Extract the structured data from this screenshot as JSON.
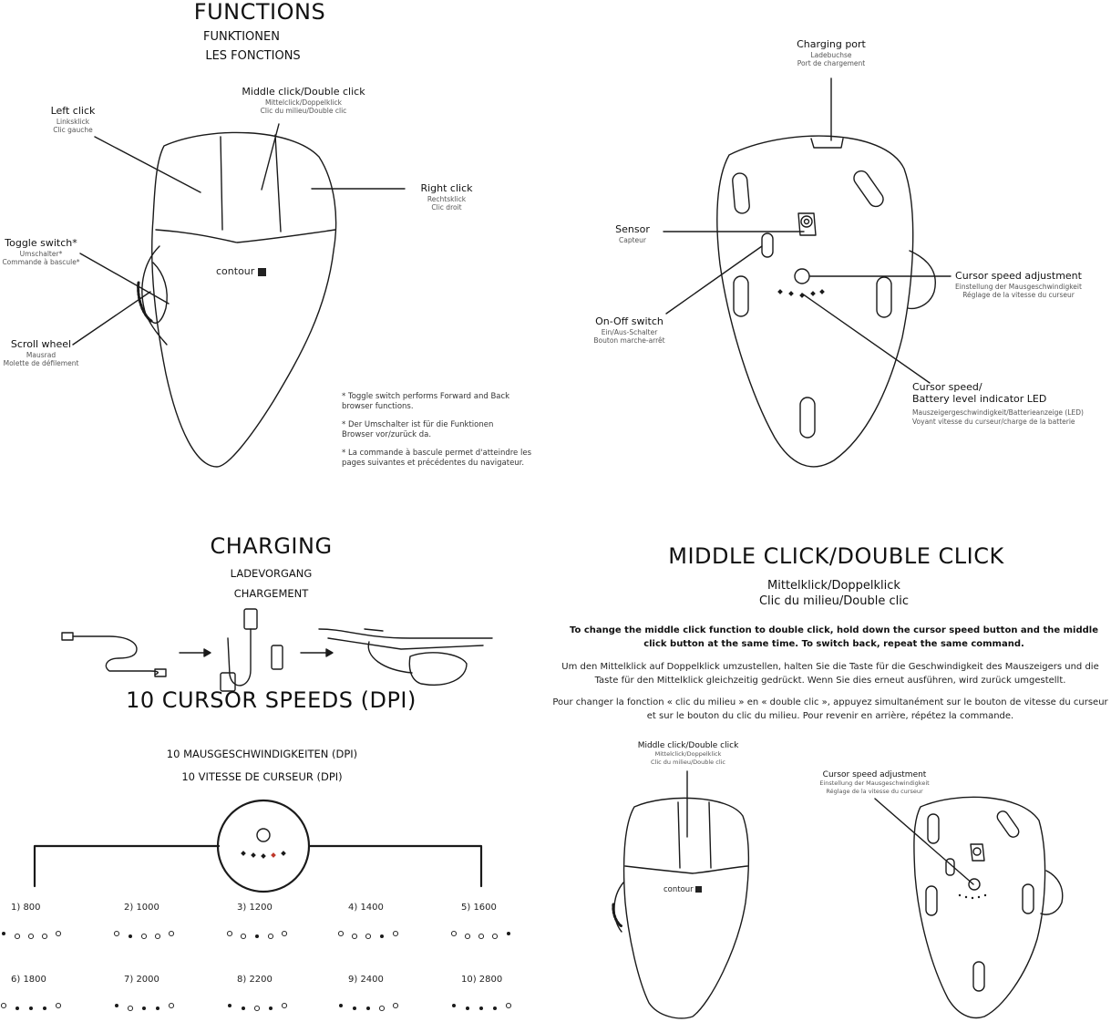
{
  "functions": {
    "title": "FUNCTIONS",
    "title_de": "FUNKTIONEN",
    "title_fr": "LES FONCTIONS",
    "left_click": {
      "en": "Left click",
      "de": "Linksklick",
      "fr": "Clic gauche"
    },
    "middle_click": {
      "en": "Middle click/Double click",
      "de": "Mittelclick/Doppelklick",
      "fr": "Clic du milieu/Double clic"
    },
    "right_click": {
      "en": "Right click",
      "de": "Rechtsklick",
      "fr": "Clic droit"
    },
    "toggle": {
      "en": "Toggle switch*",
      "de": "Umschalter*",
      "fr": "Commande à bascule*"
    },
    "scroll": {
      "en": "Scroll wheel",
      "de": "Mausrad",
      "fr": "Molette de défilement"
    },
    "brand": "contour",
    "notes": [
      "* Toggle switch performs Forward and Back browser functions.",
      "* Der Umschalter ist für die Funktionen Browser vor/zurück da.",
      "* La commande à bascule permet d'atteindre les pages suivantes et précédentes du navigateur."
    ]
  },
  "bottom_view": {
    "charging_port": {
      "en": "Charging port",
      "de": "Ladebuchse",
      "fr": "Port de chargement"
    },
    "sensor": {
      "en": "Sensor",
      "fr": "Capteur"
    },
    "onoff": {
      "en": "On-Off switch",
      "de": "Ein/Aus-Schalter",
      "fr": "Bouton marche-arrêt"
    },
    "cursor_adj": {
      "en": "Cursor speed adjustment",
      "de": "Einstellung der Mausgeschwindigkeit",
      "fr": "Réglage de la vitesse du curseur"
    },
    "led": {
      "en1": "Cursor speed/",
      "en2": "Battery level indicator LED",
      "de": "Mauszeigergeschwindigkeit/Batterieanzeige (LED)",
      "fr": "Voyant vitesse du curseur/charge de la batterie"
    }
  },
  "charging": {
    "title": "CHARGING",
    "title_de": "LADEVORGANG",
    "title_fr": "CHARGEMENT"
  },
  "speeds": {
    "title": "10 CURSOR SPEEDS (DPI)",
    "title_de": "10 MAUSGESCHWINDIGKEITEN (DPI)",
    "title_fr": "10 VITESSE DE CURSEUR (DPI)",
    "items": [
      {
        "label": "1)   800",
        "leds": [
          1,
          0,
          0,
          0,
          0
        ]
      },
      {
        "label": "2)   1000",
        "leds": [
          0,
          1,
          0,
          0,
          0
        ]
      },
      {
        "label": "3)  1200",
        "leds": [
          0,
          0,
          1,
          0,
          0
        ]
      },
      {
        "label": "4)   1400",
        "leds": [
          0,
          0,
          0,
          1,
          0
        ]
      },
      {
        "label": "5)   1600",
        "leds": [
          0,
          0,
          0,
          0,
          1
        ]
      },
      {
        "label": "6)   1800",
        "leds": [
          0,
          1,
          1,
          1,
          0
        ]
      },
      {
        "label": "7)   2000",
        "leds": [
          1,
          0,
          1,
          1,
          0
        ]
      },
      {
        "label": "8)   2200",
        "leds": [
          1,
          1,
          0,
          1,
          0
        ]
      },
      {
        "label": "9)   2400",
        "leds": [
          1,
          1,
          1,
          0,
          0
        ]
      },
      {
        "label": "10)    2800",
        "leds": [
          1,
          1,
          1,
          1,
          0
        ]
      }
    ]
  },
  "middle_click_section": {
    "title": "MIDDLE CLICK/DOUBLE CLICK",
    "subtitle_de": "Mittelklick/Doppelklick",
    "subtitle_fr": "Clic du milieu/Double clic",
    "para_en": "To change the middle click function to double click, hold down the cursor speed button and the middle click button at the same time. To switch back, repeat the same command.",
    "para_de": "Um den Mittelklick auf Doppelklick umzustellen, halten Sie die Taste für die Geschwindigkeit des Mauszeigers und die Taste für den Mittelklick gleichzeitig gedrückt. Wenn Sie dies erneut ausführen, wird zurück umgestellt.",
    "para_fr": "Pour changer la fonction « clic du milieu » en « double clic », appuyez simultanément sur le bouton de vitesse du curseur et sur le bouton du clic du milieu. Pour revenir en arrière, répétez la commande.",
    "mc_label": {
      "en": "Middle click/Double click",
      "de": "Mittelclick/Doppelklick",
      "fr": "Clic du milieu/Double clic"
    },
    "adj_label": {
      "en": "Cursor speed adjustment",
      "de": "Einstellung der Mausgeschwindigkeit",
      "fr": "Réglage de la vitesse du curseur"
    },
    "brand": "contour"
  }
}
